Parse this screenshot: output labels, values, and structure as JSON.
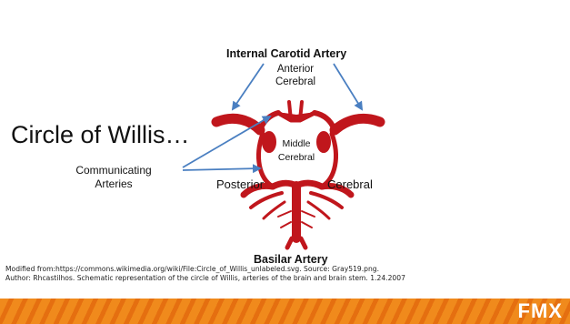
{
  "slide": {
    "title": "Circle of Willis…",
    "labels": {
      "internal_carotid": "Internal Carotid Artery",
      "anterior_cerebral_line1": "Anterior",
      "anterior_cerebral_line2": "Cerebral",
      "middle_cerebral_line1": "Middle",
      "middle_cerebral_line2": "Cerebral",
      "communicating_line1": "Communicating",
      "communicating_line2": "Arteries",
      "posterior": "Posterior",
      "cerebral": "Cerebral",
      "basilar": "Basilar Artery"
    },
    "caption_line1": "Modified from:https://commons.wikimedia.org/wiki/File:Circle_of_Willis_unlabeled.svg. Source: Gray519.png.",
    "caption_line2": "Author: Rhcastilhos. Schematic representation of the circle of Willis, arteries of the brain and brain stem. 1.24.2007",
    "footer_logo": "FMX"
  },
  "colors": {
    "artery_red": "#c0161c",
    "arrow_blue": "#4a7fc1",
    "footer_orange": "#f08a1c"
  }
}
